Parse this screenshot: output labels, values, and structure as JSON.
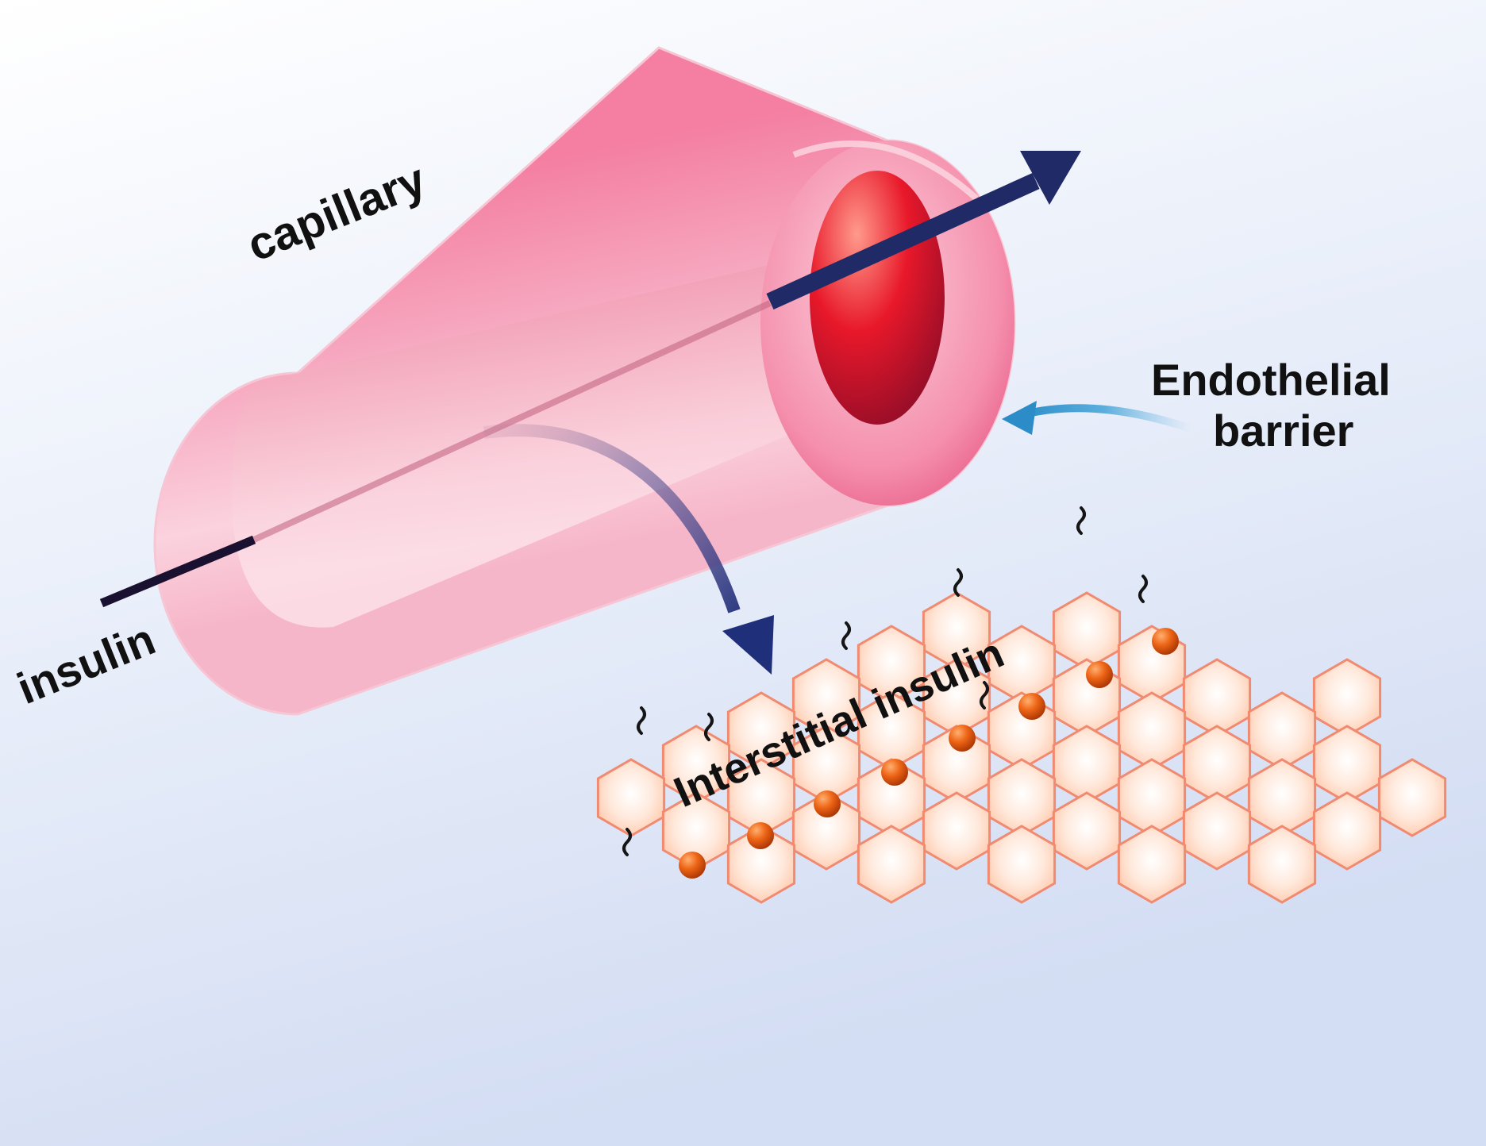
{
  "labels": {
    "capillary": "capillary",
    "insulin": "insulin",
    "endothelial_line1": "Endothelial",
    "endothelial_line2": "barrier",
    "interstitial": "Interstitial insulin"
  },
  "colors": {
    "background_top": "#ffffff",
    "background_bottom": "#d6e0f5",
    "vessel_pink": "#f59ab4",
    "lumen_red": "#d81830",
    "arrow_navy": "#1f2a66",
    "arrow_blue": "#3a9ad0",
    "cell_fill": "#ffd8c0",
    "cell_stroke": "#f08a70",
    "receptor_orange": "#e35a10"
  },
  "icons": {
    "wave": "tilde-wave-glyph",
    "receptor": "orange-sphere"
  }
}
